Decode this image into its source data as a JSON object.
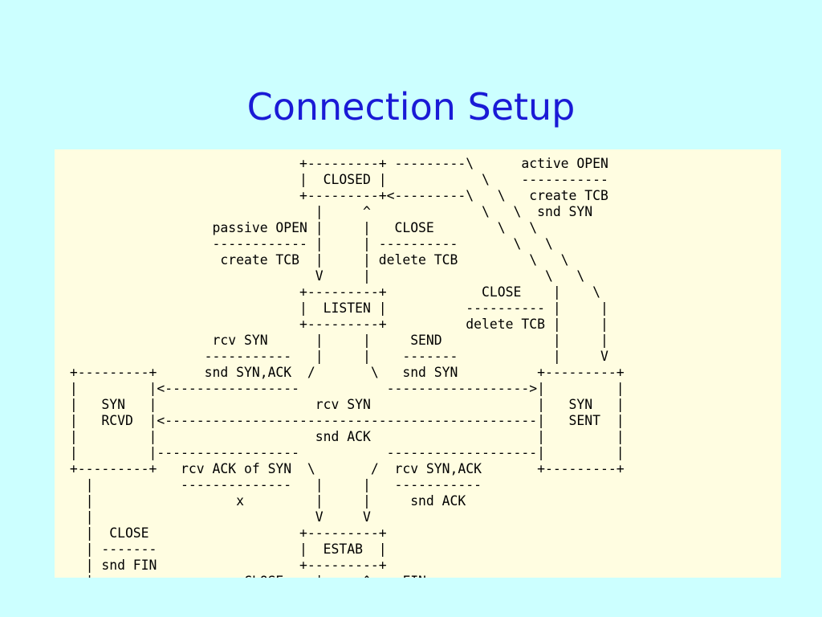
{
  "slide": {
    "title": "Connection Setup"
  },
  "diagram": {
    "lines": [
      "                              +---------+ ---------\\      active OPEN",
      "                              |  CLOSED |            \\    -----------",
      "                              +---------+<---------\\   \\   create TCB",
      "                                |     ^              \\   \\  snd SYN",
      "                   passive OPEN |     |   CLOSE        \\   \\",
      "                   ------------ |     | ----------       \\   \\",
      "                    create TCB  |     | delete TCB         \\   \\",
      "                                V     |                      \\   \\",
      "                              +---------+            CLOSE    |    \\",
      "                              |  LISTEN |          ---------- |     |",
      "                              +---------+          delete TCB |     |",
      "                   rcv SYN      |     |     SEND              |     |",
      "                  -----------   |     |    -------            |     V",
      " +---------+      snd SYN,ACK  /       \\   snd SYN          +---------+",
      " |         |<-----------------           ------------------>|         |",
      " |   SYN   |                    rcv SYN                     |   SYN   |",
      " |   RCVD  |<-----------------------------------------------|   SENT  |",
      " |         |                    snd ACK                     |         |",
      " |         |------------------           -------------------|         |",
      " +---------+   rcv ACK of SYN  \\       /  rcv SYN,ACK       +---------+",
      "   |           --------------   |     |   -----------",
      "   |                  x         |     |     snd ACK",
      "   |                            V     V",
      "   |  CLOSE                   +---------+",
      "   | -------                  |  ESTAB  |",
      "   | snd FIN                  +---------+",
      "   |                   CLOSE    |     ^    FIN"
    ]
  }
}
